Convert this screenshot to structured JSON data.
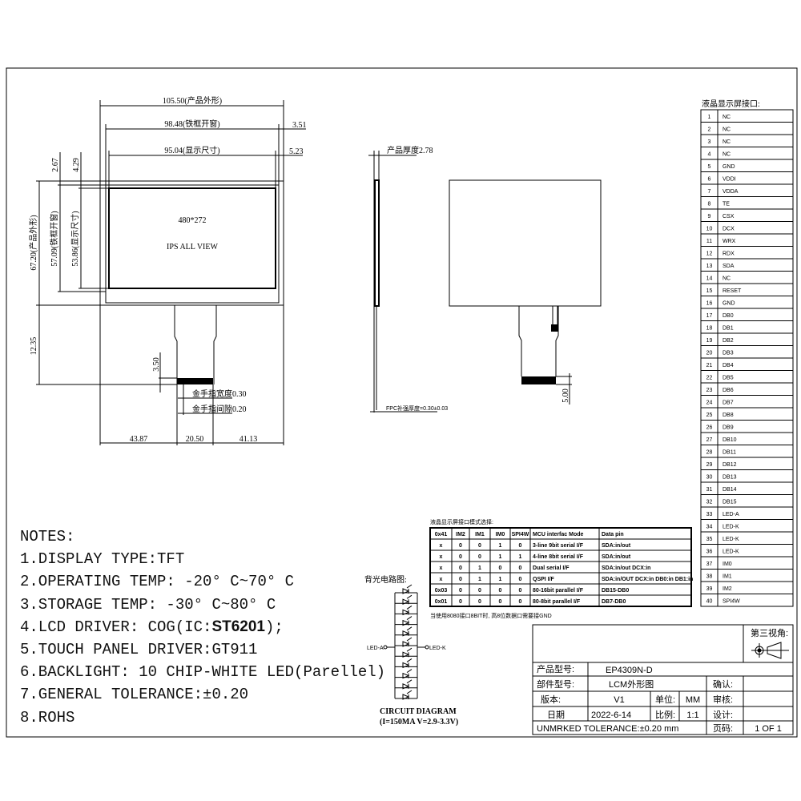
{
  "front_view": {
    "dim_outline_w": "105.50(产品外形)",
    "dim_frame_w": "98.48(铁框开窗)",
    "dim_display_w": "95.04(显示尺寸)",
    "dim_right_1": "3.51",
    "dim_right_2": "5.23",
    "dim_top_1": "2.67",
    "dim_top_2": "4.29",
    "dim_outline_h": "67.20(产品外形)",
    "dim_frame_h": "57.09(铁框开窗)",
    "dim_display_h": "53.86(显示尺寸)",
    "resolution": "480*272",
    "view": "IPS  ALL VIEW",
    "dim_fpc_len": "12.35",
    "dim_finger_h": "3.50",
    "finger_width": "金手指宽度0.30",
    "finger_gap": "金手指间隙0.20",
    "dim_left": "43.87",
    "dim_fpc_w": "20.50",
    "dim_right": "41.13"
  },
  "side_view": {
    "thickness": "产品厚度2.78",
    "fpc_stiffener": "FPC补强厚度=0.30±0.03"
  },
  "rear_view": {
    "dim_finger": "5.00"
  },
  "pin_table": {
    "title": "液晶显示屏接口:",
    "pins": [
      "NC",
      "NC",
      "NC",
      "NC",
      "GND",
      "VDDI",
      "VDDA",
      "TE",
      "CSX",
      "DCX",
      "WRX",
      "RDX",
      "SDA",
      "NC",
      "RESET",
      "GND",
      "DB0",
      "DB1",
      "DB2",
      "DB3",
      "DB4",
      "DB5",
      "DB6",
      "DB7",
      "DB8",
      "DB9",
      "DB10",
      "DB11",
      "DB12",
      "DB13",
      "DB14",
      "DB15",
      "LED-A",
      "LED-K",
      "LED-K",
      "LED-K",
      "IM0",
      "IM1",
      "IM2",
      "SPI4W"
    ]
  },
  "mode_table": {
    "title": "液晶显示屏接口模式选择:",
    "headers": [
      "0x41",
      "IM2",
      "IM1",
      "IM0",
      "SPI4W",
      "MCU interfac Mode",
      "Data pin"
    ],
    "rows": [
      [
        "x",
        "0",
        "0",
        "1",
        "0",
        "3-line 9bit serial I/F",
        "SDA:in/out"
      ],
      [
        "x",
        "0",
        "0",
        "1",
        "1",
        "4-line 8bit serial I/F",
        "SDA:in/out"
      ],
      [
        "x",
        "0",
        "1",
        "0",
        "0",
        "Dual serial I/F",
        "SDA:in/out DCX:in"
      ],
      [
        "x",
        "0",
        "1",
        "1",
        "0",
        "QSPI I/F",
        "SDA:in/OUT DCX:in DB0:in DB1:in"
      ],
      [
        "0x03",
        "0",
        "0",
        "0",
        "0",
        "80-16bit parallel I/F",
        "DB15-DB0"
      ],
      [
        "0x01",
        "0",
        "0",
        "0",
        "0",
        "80-8bit parallel I/F",
        "DB7-DB0"
      ]
    ],
    "footnote": "当使用8080接口8BIT时, 高8位数据口需要接GND"
  },
  "circuit": {
    "title": "背光电路图:",
    "anode": "LED-A",
    "cathode": "LED-K",
    "caption": "CIRCUIT DIAGRAM",
    "spec": "(I=150MA V=2.9-3.3V)",
    "led_count": 10
  },
  "notes": {
    "title": "NOTES:",
    "items": [
      "1.DISPLAY TYPE:TFT",
      "2.OPERATING TEMP: -20° C~70° C",
      "3.STORAGE TEMP: -30° C~80° C",
      "4.LCD DRIVER: COG(IC:",
      "ST6201",
      ");",
      "5.TOUCH PANEL DRIVER:GT911",
      "6.BACKLIGHT: 10 CHIP-WHITE LED(Parellel)",
      "7.GENERAL TOLERANCE:±0.20",
      "8.ROHS"
    ]
  },
  "title_block": {
    "projection": "第三视角:",
    "product_label": "产品型号:",
    "product": "EP4309N-D",
    "part_label": "部件型号:",
    "part": "LCM外形图",
    "confirm": "确认:",
    "version_label": "版本:",
    "version": "V1",
    "unit_label": "单位:",
    "unit": "MM",
    "review": "审核:",
    "date_label": "日期",
    "date": "2022-6-14",
    "scale_label": "比例:",
    "scale": "1:1",
    "design": "设计:",
    "tolerance": "UNMRKED  TOLERANCE:±0.20  mm",
    "page_label": "页码:",
    "page": "1  OF  1"
  }
}
